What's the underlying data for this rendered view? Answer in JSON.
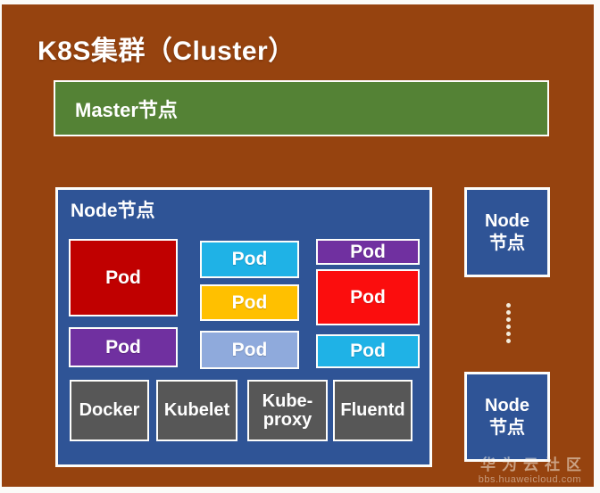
{
  "title": "K8S集群（Cluster）",
  "master": {
    "label": "Master节点",
    "color": "#548235"
  },
  "node_main": {
    "label": "Node节点",
    "color": "#2F5496",
    "pods": [
      {
        "label": "Pod",
        "color": "#C00000"
      },
      {
        "label": "Pod",
        "color": "#1FB2E6"
      },
      {
        "label": "Pod",
        "color": "#7030A0"
      },
      {
        "label": "Pod",
        "color": "#FFC000"
      },
      {
        "label": "Pod",
        "color": "#FB0D0D"
      },
      {
        "label": "Pod",
        "color": "#7030A0"
      },
      {
        "label": "Pod",
        "color": "#8FAADC"
      },
      {
        "label": "Pod",
        "color": "#1FB2E6"
      }
    ],
    "components": [
      {
        "label": "Docker",
        "color": "#575757"
      },
      {
        "label": "Kubelet",
        "color": "#575757"
      },
      {
        "label": "Kube-proxy",
        "color": "#575757"
      },
      {
        "label": "Fluentd",
        "color": "#575757"
      }
    ]
  },
  "side_nodes": [
    {
      "line1": "Node",
      "line2": "节点",
      "color": "#2F5496"
    },
    {
      "line1": "Node",
      "line2": "节点",
      "color": "#2F5496"
    }
  ],
  "watermark": {
    "community": "华为云社区",
    "site": "bbs.huaweicloud.com"
  },
  "colors": {
    "slide_background": "#96430F",
    "box_border": "#FDFDFB",
    "text": "#FFFFFF"
  }
}
